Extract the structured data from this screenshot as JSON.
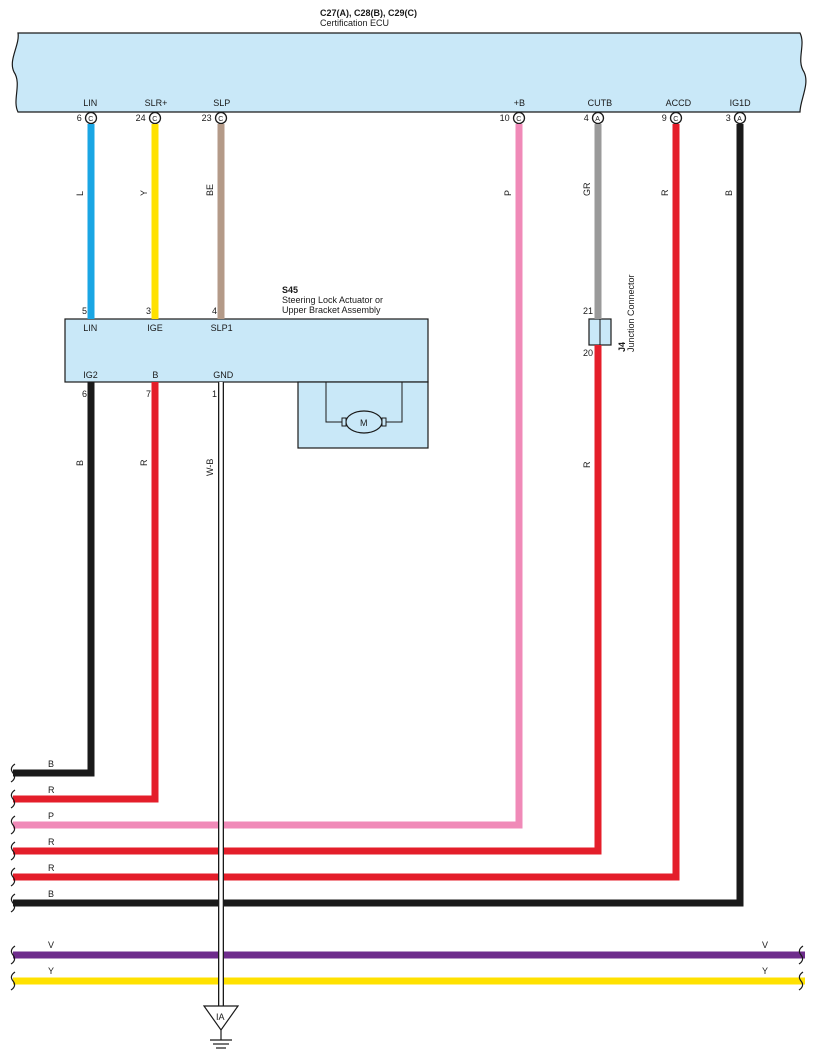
{
  "ecu": {
    "connectors": "C27(A), C28(B), C29(C)",
    "name": "Certification ECU",
    "pins": [
      {
        "label": "LIN",
        "pin": "6",
        "conn": "C",
        "wire_color": "L",
        "wire_hex": "#1aa6e4"
      },
      {
        "label": "SLR+",
        "pin": "24",
        "conn": "C",
        "wire_color": "Y",
        "wire_hex": "#ffe100"
      },
      {
        "label": "SLP",
        "pin": "23",
        "conn": "C",
        "wire_color": "BE",
        "wire_hex": "#b49a88"
      },
      {
        "label": "+B",
        "pin": "10",
        "conn": "C",
        "wire_color": "P",
        "wire_hex": "#f08ab8"
      },
      {
        "label": "CUTB",
        "pin": "4",
        "conn": "A",
        "wire_color": "GR",
        "wire_hex": "#9a9a9a"
      },
      {
        "label": "ACCD",
        "pin": "9",
        "conn": "C",
        "wire_color": "R",
        "wire_hex": "#e41e2a"
      },
      {
        "label": "IG1D",
        "pin": "3",
        "conn": "A",
        "wire_color": "B",
        "wire_hex": "#1a1a1a"
      }
    ]
  },
  "actuator": {
    "code": "S45",
    "name_line1": "Steering Lock Actuator or",
    "name_line2": "Upper Bracket Assembly",
    "top_pins": [
      {
        "pin": "5",
        "label": "LIN"
      },
      {
        "pin": "3",
        "label": "IGE"
      },
      {
        "pin": "4",
        "label": "SLP1"
      }
    ],
    "bottom_pins": [
      {
        "pin": "6",
        "label": "IG2",
        "wire_color": "B"
      },
      {
        "pin": "7",
        "label": "B",
        "wire_color": "R"
      },
      {
        "pin": "1",
        "label": "GND",
        "wire_color": "W-B"
      }
    ],
    "motor_label": "M"
  },
  "junction": {
    "code": "J4",
    "name": "Junction Connector",
    "pin_in": "21",
    "pin_out": "20",
    "wire_color_out": "R"
  },
  "ground": {
    "label": "IA"
  },
  "bus_lines": [
    {
      "label": "B",
      "hex": "#1a1a1a"
    },
    {
      "label": "R",
      "hex": "#e41e2a"
    },
    {
      "label": "P",
      "hex": "#f08ab8"
    },
    {
      "label": "R",
      "hex": "#e41e2a"
    },
    {
      "label": "R",
      "hex": "#e41e2a"
    },
    {
      "label": "B",
      "hex": "#1a1a1a"
    }
  ],
  "through_lines": [
    {
      "label_left": "V",
      "label_right": "V",
      "hex": "#6e2c8c"
    },
    {
      "label_left": "Y",
      "label_right": "Y",
      "hex": "#ffe100"
    }
  ],
  "colors": {
    "ecu_fill": "#c9e8f8",
    "outline": "#1a1a1a",
    "white": "#ffffff"
  }
}
